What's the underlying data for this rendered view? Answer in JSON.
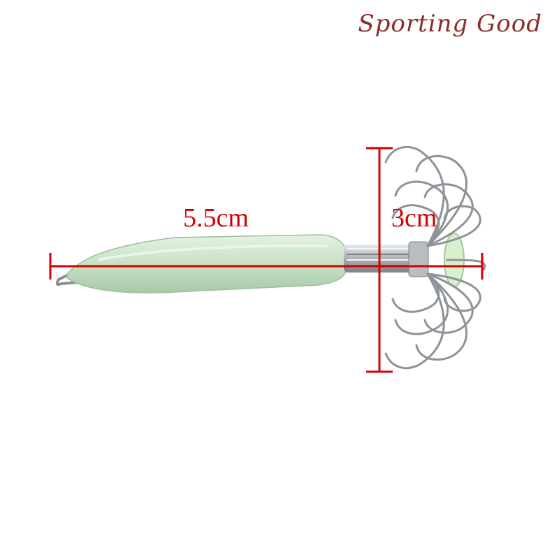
{
  "watermark": "Sporting Good",
  "dimensions": {
    "length_label": "5.5cm",
    "width_label": "3cm"
  },
  "colors": {
    "measure_line": "#d40000",
    "watermark": "#8b2c2c",
    "body_glow": "#cfe8cd",
    "hook_steel": "#9aa0a6"
  }
}
